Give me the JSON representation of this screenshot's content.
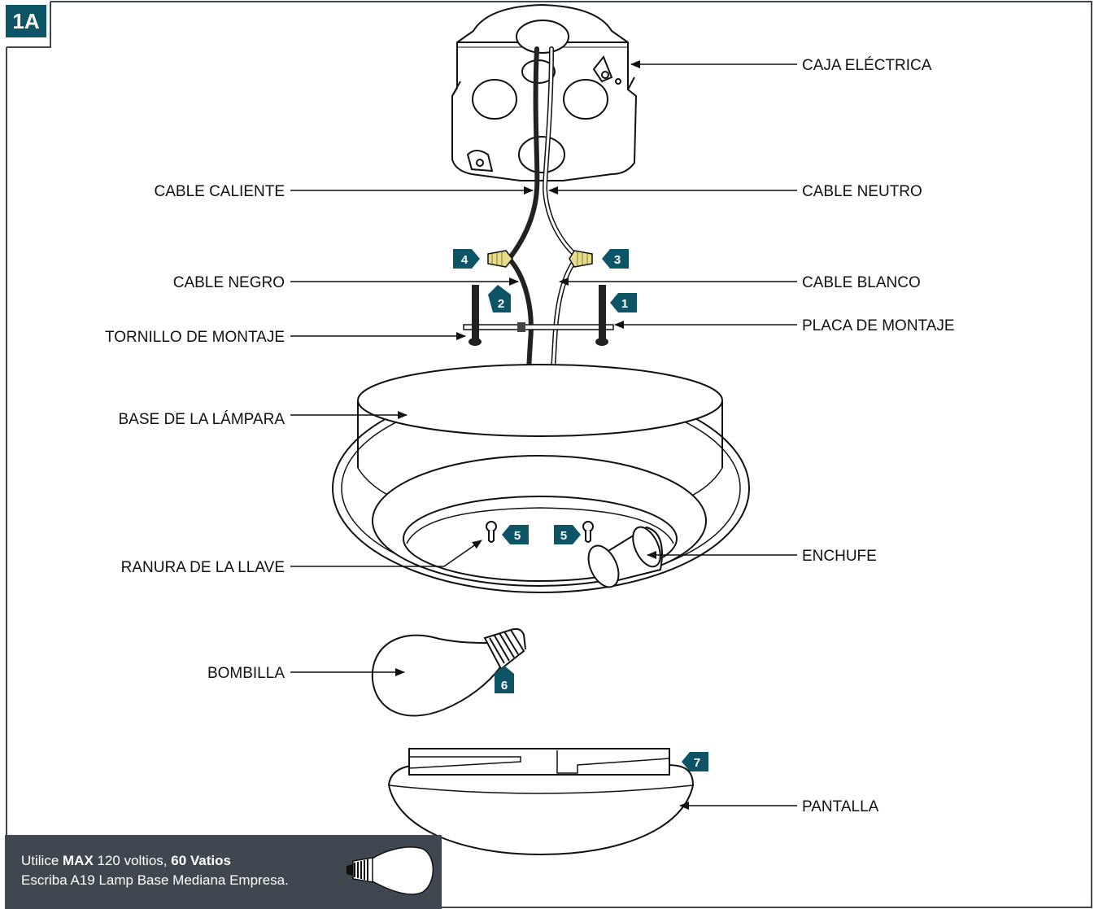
{
  "figure_id": "1A",
  "labels": {
    "caja_electrica": "CAJA ELÉCTRICA",
    "cable_caliente": "CABLE CALIENTE",
    "cable_neutro": "CABLE NEUTRO",
    "cable_negro": "CABLE NEGRO",
    "cable_blanco": "CABLE BLANCO",
    "tornillo": "TORNILLO DE MONTAJE",
    "placa": "PLACA DE MONTAJE",
    "base": "BASE DE LA LÁMPARA",
    "ranura": "RANURA DE LA LLAVE",
    "enchufe": "ENCHUFE",
    "bombilla": "BOMBILLA",
    "pantalla": "PANTALLA"
  },
  "steps": {
    "s1": "1",
    "s2": "2",
    "s3": "3",
    "s4": "4",
    "s5a": "5",
    "s5b": "5",
    "s6": "6",
    "s7": "7"
  },
  "note": {
    "line1_a": "Utilice ",
    "line1_max": "MAX",
    "line1_b": " 120 voltios, ",
    "line1_watts": "60 Vatios",
    "line2": "Escriba A19 Lamp Base Mediana Empresa."
  },
  "colors": {
    "badge": "#0d5566",
    "note_bg": "#3f4850",
    "wire_nut": "#e6dc8a"
  }
}
